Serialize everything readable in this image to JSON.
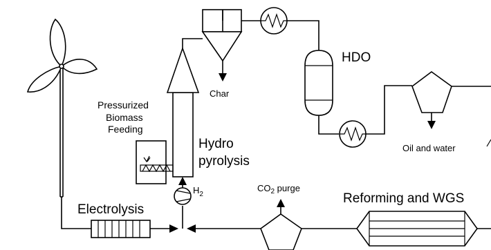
{
  "labels": {
    "pressurized_feeding": [
      "Pressurized",
      "Biomass",
      "Feeding"
    ],
    "char": "Char",
    "hdo": "HDO",
    "hydro_pyrolysis": [
      "Hydro",
      "pyrolysis"
    ],
    "h2": "H",
    "h2_sub": "2",
    "co2_main": "CO",
    "co2_sub": "2",
    "co2_rest": " purge",
    "oil_water": "Oil and water",
    "electrolysis": "Electrolysis",
    "reforming": "Reforming and WGS"
  }
}
